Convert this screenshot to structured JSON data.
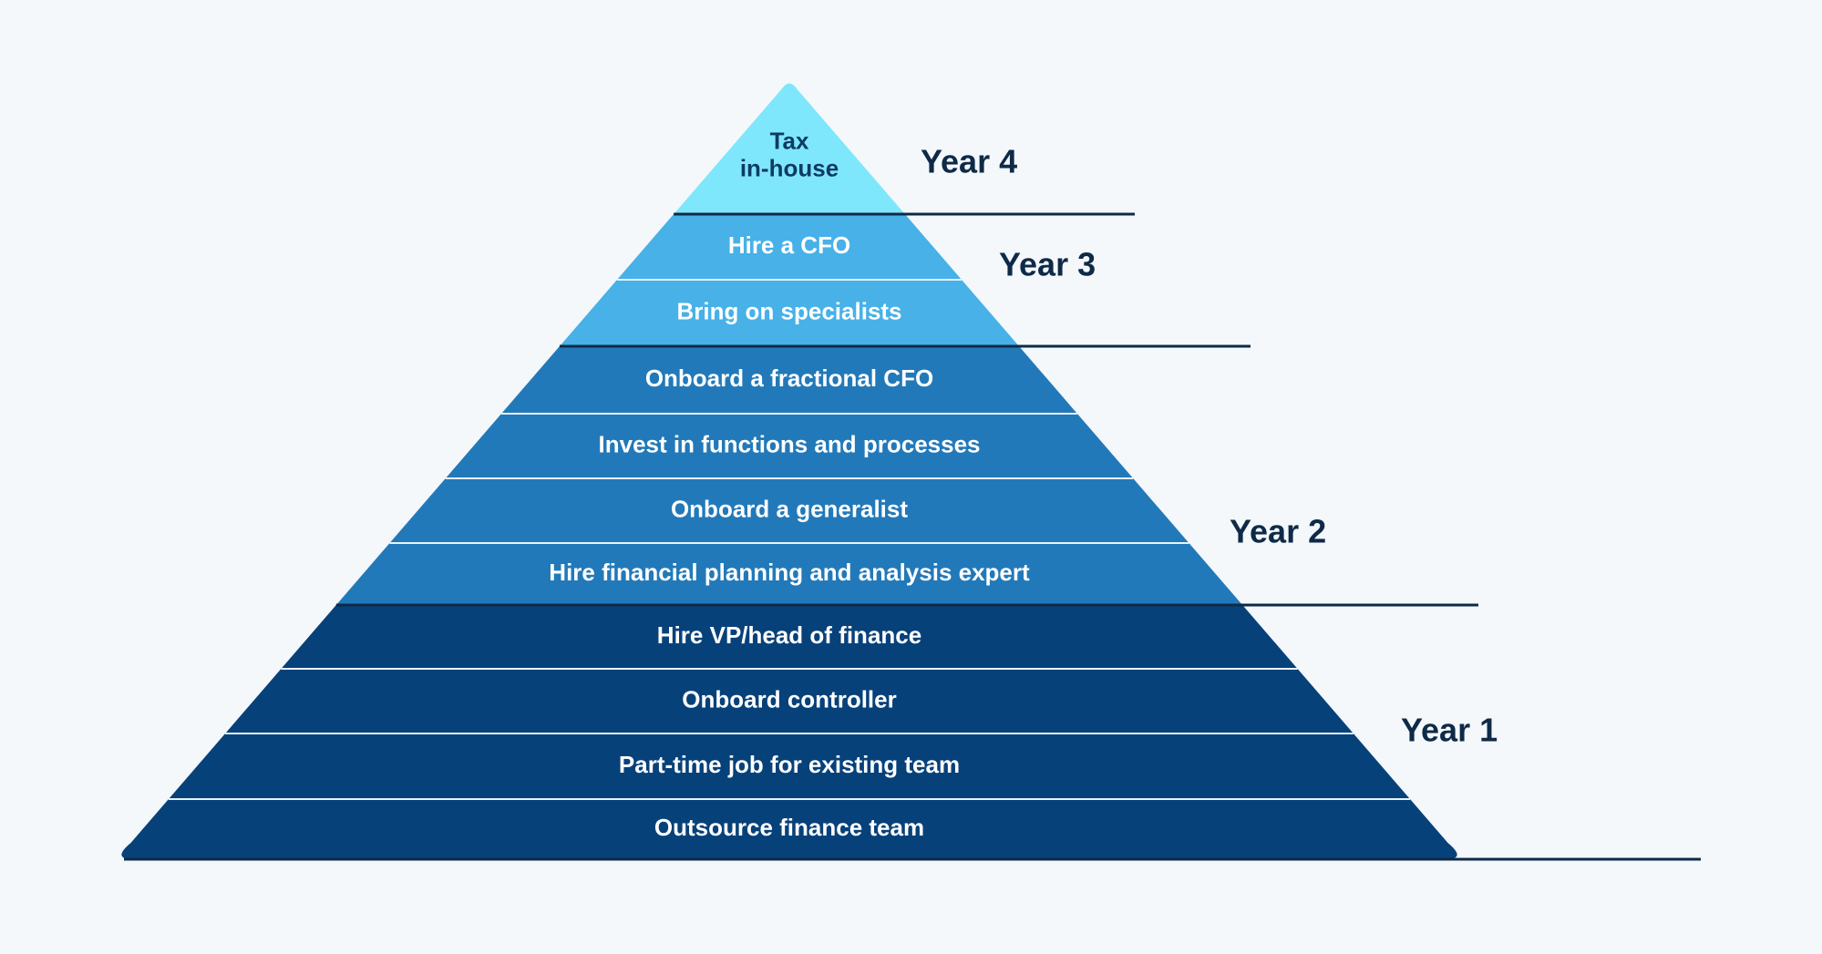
{
  "colors": {
    "background": "#f4f8fb",
    "year4_fill": "#7fe7fc",
    "year3_fill": "#47b1e8",
    "year2_fill": "#2279b9",
    "year1_fill": "#07417a",
    "divider": "#0e2a47",
    "tier_separator": "#e9f3fa",
    "year_label": "#0e2a47",
    "dark_text": "#0e3a66",
    "light_text": "#ffffff"
  },
  "tiers": [
    {
      "lines": [
        "Tax",
        "in-house"
      ],
      "year": "year4"
    },
    {
      "lines": [
        "Hire a CFO"
      ],
      "year": "year3"
    },
    {
      "lines": [
        "Bring on specialists"
      ],
      "year": "year3"
    },
    {
      "lines": [
        "Onboard a fractional CFO"
      ],
      "year": "year2"
    },
    {
      "lines": [
        "Invest in functions and processes"
      ],
      "year": "year2"
    },
    {
      "lines": [
        "Onboard a generalist"
      ],
      "year": "year2"
    },
    {
      "lines": [
        "Hire financial planning and analysis expert"
      ],
      "year": "year2"
    },
    {
      "lines": [
        "Hire VP/head of finance"
      ],
      "year": "year1"
    },
    {
      "lines": [
        "Onboard controller"
      ],
      "year": "year1"
    },
    {
      "lines": [
        "Part-time job for existing team"
      ],
      "year": "year1"
    },
    {
      "lines": [
        "Outsource finance team"
      ],
      "year": "year1"
    }
  ],
  "years": [
    {
      "id": "year4",
      "label": "Year 4"
    },
    {
      "id": "year3",
      "label": "Year 3"
    },
    {
      "id": "year2",
      "label": "Year 2"
    },
    {
      "id": "year1",
      "label": "Year 1"
    }
  ]
}
